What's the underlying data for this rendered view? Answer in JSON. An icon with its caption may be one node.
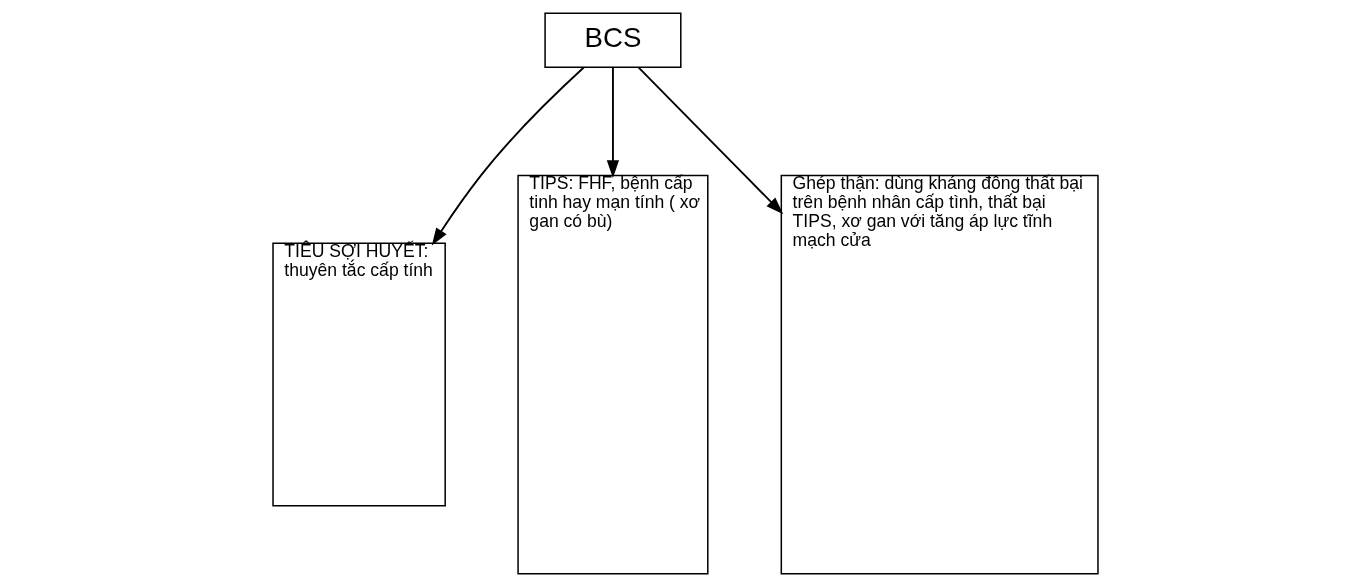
{
  "diagram": {
    "nodes": [
      {
        "text": [
          "BCS"
        ]
      },
      {
        "text": [
          "TIÊU SỢI HUYẾT: thuyên tắc cấp tính"
        ]
      },
      {
        "text": [
          "TIPS: FHF, bệnh cấp tinh hay mạn tính ( xơ gan có bù)"
        ]
      },
      {
        "text": [
          "Ghép thận: dùng kháng đông thất bại trên bệnh nhân cấp tình, thất bại TIPS, xơ gan với tăng áp lực tĩnh mạch cửa"
        ]
      }
    ],
    "edges": [
      {
        "from": 0,
        "to": 1,
        "arrow": "to"
      },
      {
        "from": 0,
        "to": 2,
        "arrow": "to"
      },
      {
        "from": 0,
        "to": 3,
        "arrow": "to"
      }
    ]
  }
}
